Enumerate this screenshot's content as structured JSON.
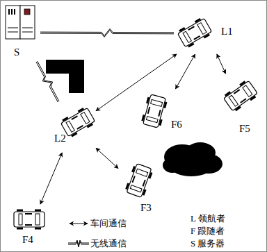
{
  "diagram": {
    "nodes": [
      {
        "text": [
          "S"
        ]
      },
      {
        "text": [
          "L1"
        ]
      },
      {
        "text": [
          "L2"
        ]
      },
      {
        "text": [
          "F6"
        ]
      },
      {
        "text": [
          "F5"
        ]
      },
      {
        "text": [
          "F3"
        ]
      },
      {
        "text": [
          "F4"
        ]
      }
    ],
    "edges": [
      {
        "from": 0,
        "to": 1,
        "arrow": "none"
      },
      {
        "from": 0,
        "to": 2,
        "arrow": "none"
      },
      {
        "from": 1,
        "to": 2,
        "arrow": "both"
      },
      {
        "from": 1,
        "to": 3,
        "arrow": "both"
      },
      {
        "from": 1,
        "to": 4,
        "arrow": "both"
      },
      {
        "from": 2,
        "to": 5,
        "arrow": "both"
      },
      {
        "from": 2,
        "to": 6,
        "arrow": "both"
      }
    ],
    "legend": [
      {
        "text": "车间通信"
      },
      {
        "text": "无线通信"
      },
      {
        "text": "L 领航者"
      },
      {
        "text": "F 跟随者"
      },
      {
        "text": "S 服务器"
      }
    ]
  }
}
